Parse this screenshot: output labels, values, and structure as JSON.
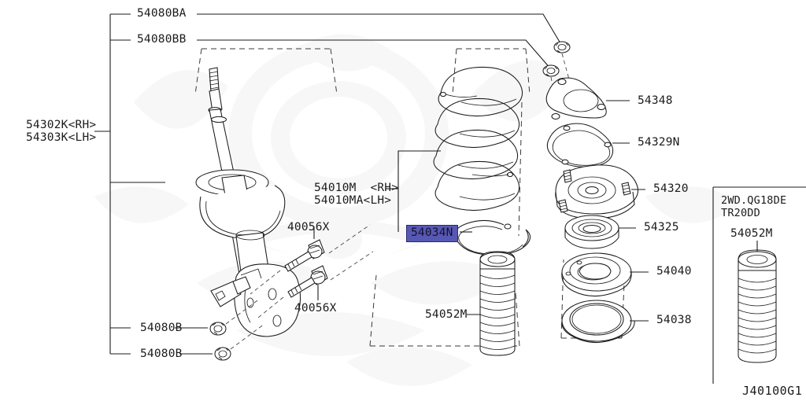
{
  "diagram": {
    "id_code": "J40100G1",
    "ink_color": "#1b1b1b",
    "highlight_color": "#5757b4",
    "background_color": "#ffffff"
  },
  "labels": {
    "strut_assembly": {
      "line1": "54302K<RH>",
      "line2": "54303K<LH>"
    },
    "nut_top_a": "54080BA",
    "nut_top_b": "54080BB",
    "coil_spring": {
      "line1": "54010M  <RH>",
      "line2": "54010MA<LH>"
    },
    "spring_seat_rubber": "54034N",
    "bolt_upper": "40056X",
    "bolt_lower": "40056X",
    "nut_lower_a": "54080B",
    "nut_lower_b": "54080B",
    "bound_bumper_center": "54052M",
    "mount_bracket_plate": "54348",
    "mount_insulator_seal": "54329N",
    "strut_mount": "54320",
    "mount_bearing": "54325",
    "spring_upper_seat": "54040",
    "spring_rubber_seat": "54038"
  },
  "variant_panel": {
    "note_line1": "2WD.QG18DE",
    "note_line2": "TR20DD",
    "part": "54052M"
  }
}
